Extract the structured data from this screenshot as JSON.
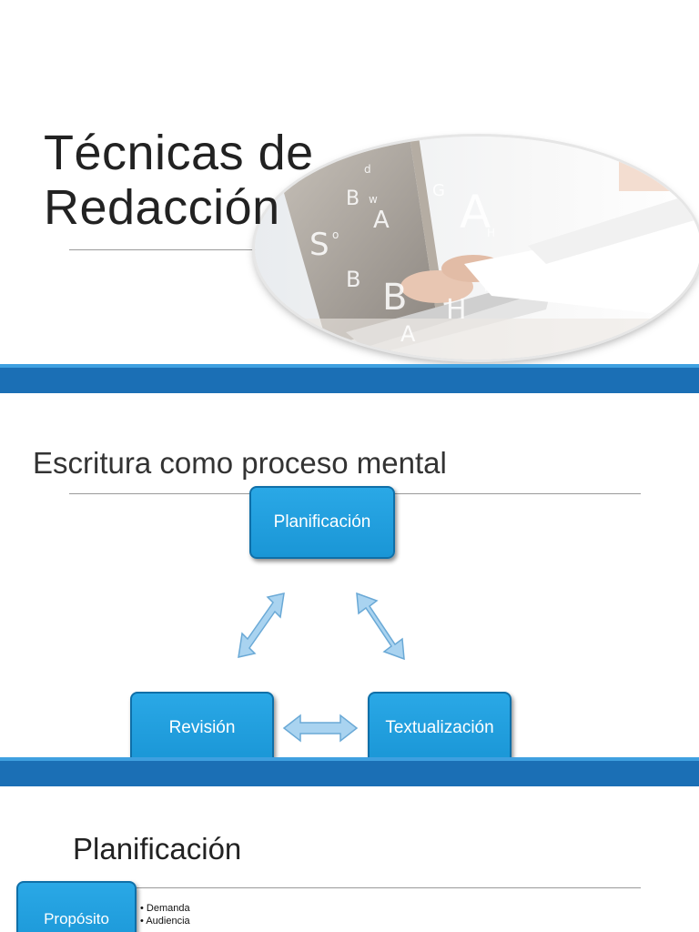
{
  "slide1": {
    "title_line1": "Técnicas de",
    "title_line2": "Redacción"
  },
  "slide2": {
    "title": "Escritura como proceso mental",
    "nodes": {
      "planificacion": "Planificación",
      "revision": "Revisión",
      "textualizacion": "Textualización"
    }
  },
  "slide3": {
    "title": "Planificación",
    "box_label": "Propósito",
    "bullets": [
      "Demanda",
      "Audiencia"
    ]
  },
  "colors": {
    "accent_band": "#1b6fb5",
    "box_fill": "#1a96d6",
    "arrow_fill": "#a9d3f0"
  }
}
